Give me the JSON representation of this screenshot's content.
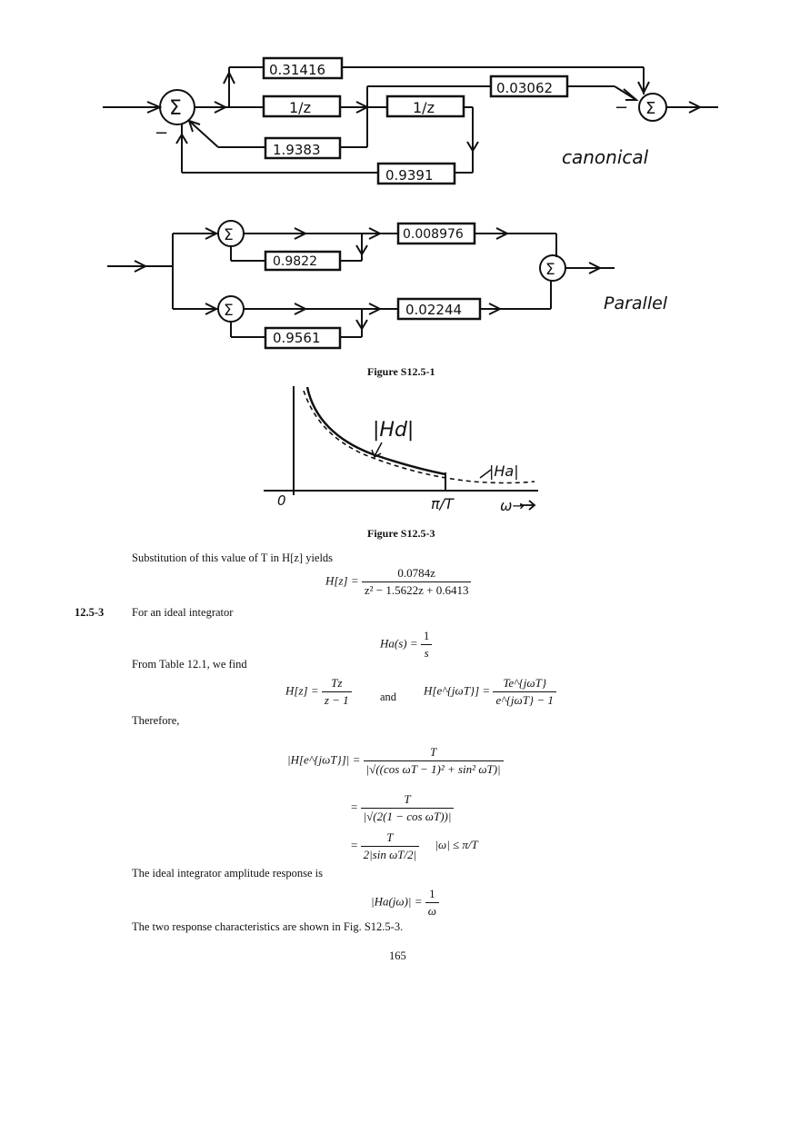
{
  "canonical": {
    "gain_top": "0.31416",
    "delay_1": "1/z",
    "delay_2": "1/z",
    "gain_out": "0.03062",
    "gain_fb1": "1.9383",
    "gain_fb2": "0.9391",
    "sum_symbol": "Σ",
    "minus_sign": "−",
    "label": "canonical"
  },
  "parallel": {
    "gain_fb_upper": "0.9822",
    "gain_out_upper": "0.008976",
    "gain_fb_lower": "0.9561",
    "gain_out_lower": "0.02244",
    "sum_symbol": "Σ",
    "label": "Parallel"
  },
  "figure1_caption": "Figure S12.5-1",
  "figure3": {
    "caption": "Figure S12.5-3",
    "label_hd": "|Hd|",
    "label_ha": "|Ha|",
    "origin": "0",
    "x_tick": "π/T",
    "x_axis": "ω→"
  },
  "text": {
    "substitution": "Substitution of this value of T in H[z] yields",
    "section_number": "12.5-3",
    "section_title": "For an ideal integrator",
    "from_table": "From Table 12.1, we find",
    "therefore": "Therefore,",
    "ideal_response": "The ideal integrator amplitude response is",
    "two_responses": "The two response characteristics are shown in Fig. S12.5-3.",
    "page_number": "165"
  },
  "equations": {
    "hz_lhs": "H[z] =",
    "hz_num": "0.0784z",
    "hz_den": "z² − 1.5622z + 0.6413",
    "ha_lhs": "Ha(s) =",
    "ha_num": "1",
    "ha_den": "s",
    "tz_lhs": "H[z] =",
    "tz_num": "Tz",
    "tz_den": "z − 1",
    "and": "and",
    "hejw_lhs": "H[e^{jωT}] =",
    "hejw_num": "Te^{jωT}",
    "hejw_den": "e^{jωT} − 1",
    "mag_lhs": "|H[e^{jωT}]| =",
    "mag1_num": "T",
    "mag1_den": "|√((cos ωT − 1)² + sin² ωT)|",
    "mag2_num": "T",
    "mag2_den": "|√(2(1 − cos ωT))|",
    "mag3_num": "T",
    "mag3_den": "2|sin ωT/2|",
    "equals": "=",
    "condition": "|ω| ≤ π/T",
    "hajw_lhs": "|Ha(jω)| =",
    "hajw_num": "1",
    "hajw_den": "ω"
  }
}
